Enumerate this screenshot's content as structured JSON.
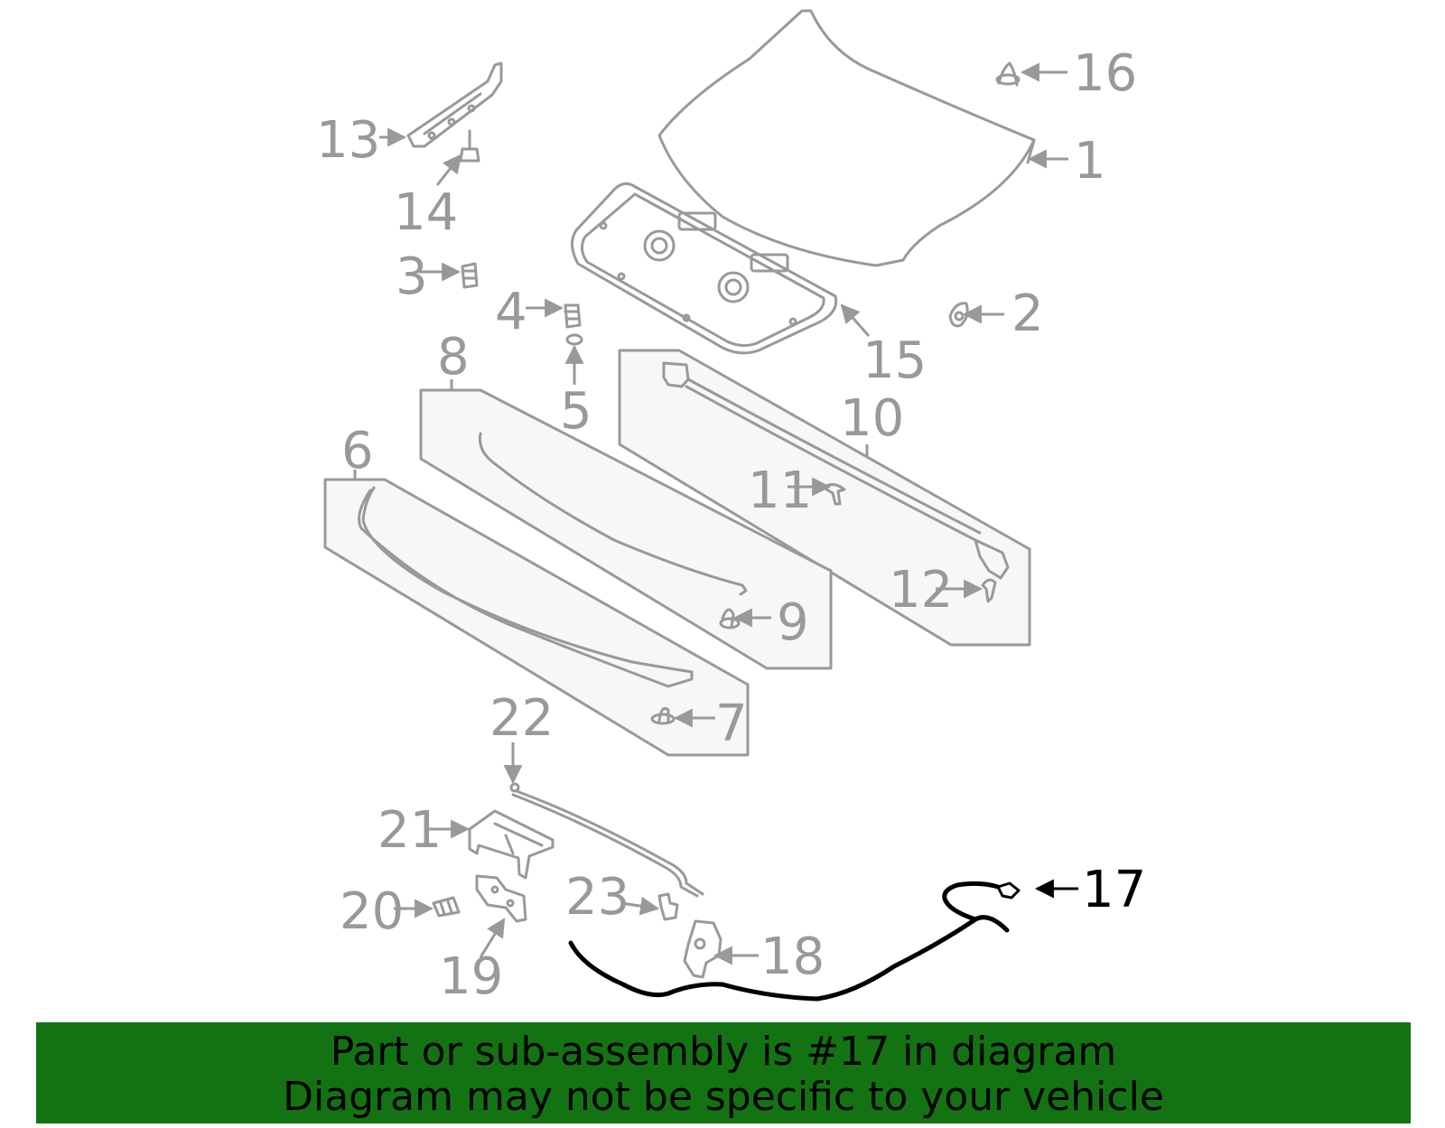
{
  "diagram": {
    "highlight_part": "17",
    "colors": {
      "part_stroke": "#999999",
      "highlight_stroke": "#000000",
      "panel_fill": "#f7f7f7"
    },
    "callouts": [
      "1",
      "2",
      "3",
      "4",
      "5",
      "6",
      "7",
      "8",
      "9",
      "10",
      "11",
      "12",
      "13",
      "14",
      "15",
      "16",
      "17",
      "18",
      "19",
      "20",
      "21",
      "22",
      "23"
    ]
  },
  "banner": {
    "background": "#137313",
    "line1": "Part or sub-assembly is #17 in diagram",
    "line2": "Diagram may not be specific to your vehicle"
  }
}
